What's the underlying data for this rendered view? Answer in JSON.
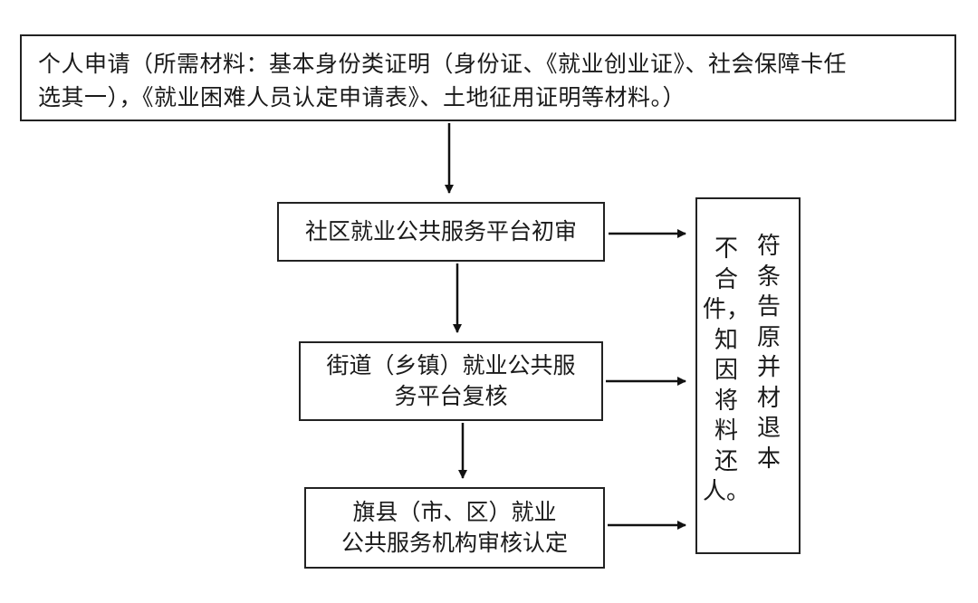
{
  "application": {
    "line1": "个人申请（所需材料：基本身份类证明（身份证、《就业创业证》、社会保障卡任",
    "line2": "选其一），《就业困难人员认定申请表》、土地征用证明等材料。）"
  },
  "steps": [
    {
      "line1": "社区就业公共服务平台初审",
      "line2": ""
    },
    {
      "line1": "街道（乡镇）就业公共服",
      "line2": "务平台复核"
    },
    {
      "line1": "旗县（市、区）就业",
      "line2": "公共服务机构审核认定"
    }
  ],
  "rejection": {
    "column_right": [
      "符",
      "条",
      "告",
      "原",
      "并",
      "材",
      "退",
      "本"
    ],
    "column_left": [
      "不",
      "合",
      "件，",
      "知",
      "因",
      "将",
      "料",
      "还",
      "人。"
    ]
  }
}
